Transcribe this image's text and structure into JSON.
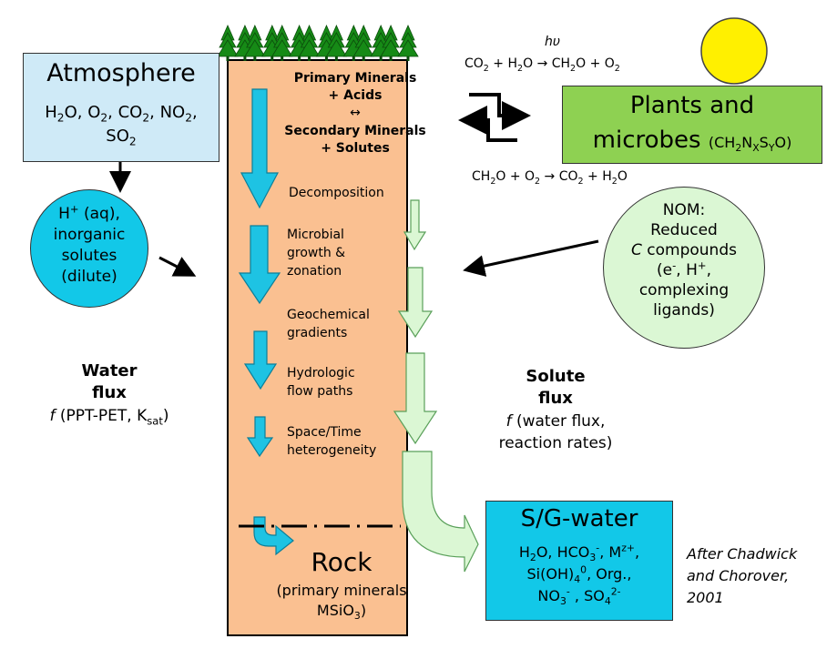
{
  "colors": {
    "soil_column": "#fac091",
    "atmosphere_box": "#cfeaf7",
    "plants_box": "#8ed152",
    "water_box": "#12c8e8",
    "cyan_arrow": "#1ec3e3",
    "light_green": "#dbf7d4",
    "sun": "#fff000",
    "trees": "#168a16"
  },
  "icons": [
    "tree-icon",
    "sun-icon",
    "exchange-arrows-icon"
  ],
  "atmosphere": {
    "title": "Atmosphere",
    "line1": [
      "H",
      "2",
      "O, O",
      "2",
      ", CO",
      "2",
      ", NO",
      "2",
      ","
    ],
    "line2": [
      "SO",
      "2"
    ]
  },
  "h_circle": {
    "line1": [
      "H",
      "+",
      " (aq),"
    ],
    "line2": "inorganic",
    "line3": "solutes",
    "line4": "(dilute)"
  },
  "column": {
    "top": {
      "l1": "Primary Minerals",
      "l2": "+ Acids",
      "l3": "↔",
      "l4": "Secondary Minerals",
      "l5": "+ Solutes"
    },
    "processes": {
      "decomposition": "Decomposition",
      "microbial_1": "Microbial",
      "microbial_2": "growth &",
      "microbial_3": "zonation",
      "geochem_1": "Geochemical",
      "geochem_2": "gradients",
      "hydro_1": "Hydrologic",
      "hydro_2": "flow paths",
      "space_1": "Space/Time",
      "space_2": "heterogeneity"
    },
    "rock": {
      "title": "Rock",
      "sub1": "(primary minerals",
      "sub2": [
        "MSiO",
        "3",
        ")"
      ]
    }
  },
  "photosynthesis": {
    "hv": "hυ",
    "eq": [
      "CO",
      "2",
      " + H",
      "2",
      "O → CH",
      "2",
      "O  + O",
      "2"
    ]
  },
  "respiration": {
    "eq": [
      "CH",
      "2",
      "O + O",
      "2",
      " → CO",
      "2",
      " + H",
      "2",
      "O"
    ]
  },
  "plants": {
    "line1": "Plants and",
    "line2_a": "microbes ",
    "formula": [
      "(CH",
      "2",
      "N",
      "X",
      "S",
      "Y",
      "O)"
    ]
  },
  "nom": {
    "line1": "NOM:",
    "line2": "Reduced",
    "line3_a": "C",
    "line3_b": "compounds",
    "line4": [
      "(e",
      "-",
      ", H",
      "+",
      ","
    ],
    "line5": "complexing",
    "line6": "ligands)"
  },
  "water_flux": {
    "l1": "Water",
    "l2": "flux",
    "l3_f": "f",
    "l3": [
      " (PPT-PET, K",
      "sat",
      ")"
    ]
  },
  "solute_flux": {
    "l1": "Solute",
    "l2": "flux",
    "l3_f": "f",
    "l3": " (water flux,",
    "l4": "reaction rates)"
  },
  "sg_water": {
    "title": "S/G-water",
    "line1": [
      "H",
      "2",
      "O, HCO",
      "3",
      "-",
      ", M",
      "z+",
      ","
    ],
    "line2": [
      "Si(OH)",
      "4",
      "0",
      ", Org.,"
    ],
    "line3": [
      "NO",
      "3",
      "-",
      " , SO",
      "4",
      "2-"
    ]
  },
  "citation": {
    "l1": "After Chadwick",
    "l2": "and Chorover,",
    "l3": "2001"
  }
}
